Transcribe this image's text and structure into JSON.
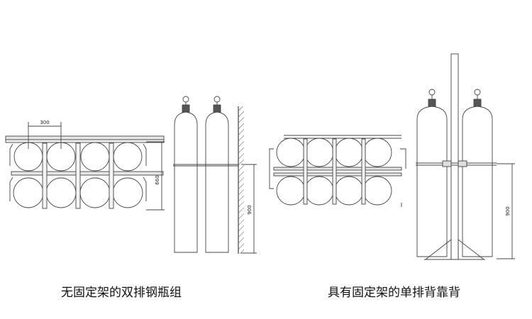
{
  "left_figure": {
    "top_dimension": "300",
    "height_dimension": "660",
    "side_dimension": "900",
    "caption": "无固定架的双排钢瓶组"
  },
  "right_figure": {
    "side_dimension": "900",
    "caption": "具有固定架的单排背靠背"
  },
  "colors": {
    "line": "#444444",
    "background": "#ffffff"
  }
}
